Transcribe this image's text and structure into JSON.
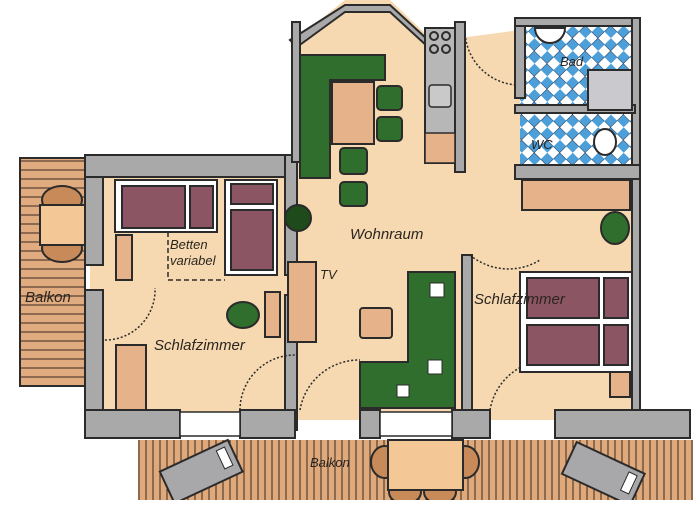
{
  "floor_plan": {
    "title": "",
    "rooms": [
      {
        "id": "wohnraum",
        "label": "Wohnraum"
      },
      {
        "id": "schlafzimmer_left",
        "label": "Schlafzimmer"
      },
      {
        "id": "schlafzimmer_right",
        "label": "Schlafzimmer"
      },
      {
        "id": "bad",
        "label": "Bad"
      },
      {
        "id": "wc",
        "label": "WC"
      },
      {
        "id": "balkon_left",
        "label": "Balkon"
      },
      {
        "id": "balkon_bottom",
        "label": "Balkon"
      }
    ],
    "annotations": {
      "betten_line1": "Betten",
      "betten_line2": "variabel",
      "tv": "TV"
    },
    "colors": {
      "floor": "#f6d9b0",
      "wall": "#a9a9a9",
      "outline": "#2b2b2b",
      "sofa": "#2f6e2c",
      "bed": "#8c5563",
      "deck": "#dea77a",
      "tile_blue": "#4aa0dc",
      "wood": "#e8b88a"
    }
  }
}
